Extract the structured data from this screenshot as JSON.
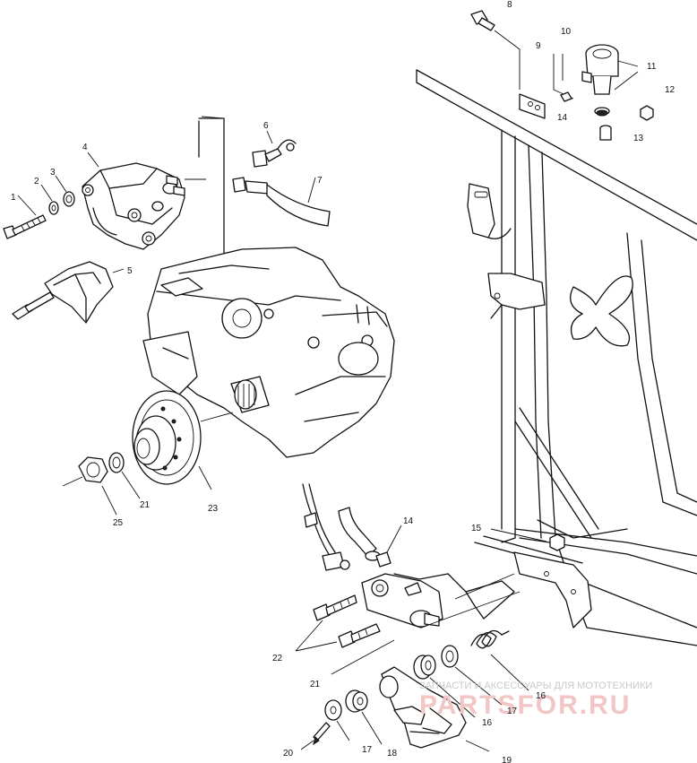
{
  "labels": {
    "l1": "1",
    "l2": "2",
    "l3": "3",
    "l4": "4",
    "l5": "5",
    "l6": "6",
    "l7": "7",
    "l8": "8",
    "l9": "9",
    "l10": "10",
    "l11": "11",
    "l12": "12",
    "l13": "13",
    "l14a": "14",
    "l14b": "14",
    "l15": "15",
    "l16a": "16",
    "l16b": "16",
    "l17a": "17",
    "l17b": "17",
    "l18": "18",
    "l19": "19",
    "l20": "20",
    "l21a": "21",
    "l21b": "21",
    "l22": "22",
    "l23": "23",
    "l25": "25"
  },
  "watermark": {
    "line1": "ЗАПЧАСТИ И АКСЕССУАРЫ ДЛЯ МОТОТЕХНИКИ",
    "line2": "PARTSFOR.RU"
  }
}
